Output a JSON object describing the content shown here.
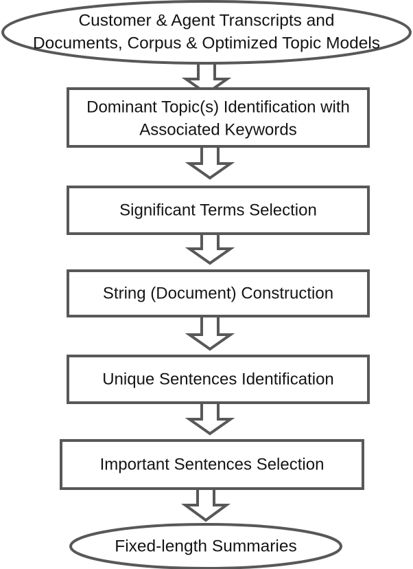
{
  "diagram": {
    "title": "Fixed-length summary generation pipeline flowchart",
    "orientation": "top-to-bottom",
    "colors": {
      "stroke": "#585858",
      "fill": "#ffffff",
      "text": "#141414",
      "background": "#ffffff"
    },
    "nodes": [
      {
        "id": "input",
        "shape": "ellipse",
        "lines": [
          "Customer & Agent Transcripts and",
          "Documents, Corpus & Optimized Topic Models"
        ]
      },
      {
        "id": "step-1",
        "shape": "rectangle",
        "lines": [
          "Dominant Topic(s) Identification with",
          "Associated Keywords"
        ]
      },
      {
        "id": "step-2",
        "shape": "rectangle",
        "lines": [
          "Significant Terms Selection"
        ]
      },
      {
        "id": "step-3",
        "shape": "rectangle",
        "lines": [
          "String (Document) Construction"
        ]
      },
      {
        "id": "step-4",
        "shape": "rectangle",
        "lines": [
          "Unique Sentences Identification"
        ]
      },
      {
        "id": "step-5",
        "shape": "rectangle",
        "lines": [
          "Important Sentences Selection"
        ]
      },
      {
        "id": "output",
        "shape": "ellipse",
        "lines": [
          "Fixed-length Summaries"
        ]
      }
    ],
    "connectors": [
      {
        "id": "arrow-1",
        "from": "input",
        "to": "step-1",
        "style": "block-arrow-down"
      },
      {
        "id": "arrow-2",
        "from": "step-1",
        "to": "step-2",
        "style": "block-arrow-down"
      },
      {
        "id": "arrow-3",
        "from": "step-2",
        "to": "step-3",
        "style": "block-arrow-down"
      },
      {
        "id": "arrow-4",
        "from": "step-3",
        "to": "step-4",
        "style": "block-arrow-down"
      },
      {
        "id": "arrow-5",
        "from": "step-4",
        "to": "step-5",
        "style": "block-arrow-down"
      },
      {
        "id": "arrow-6",
        "from": "step-5",
        "to": "output",
        "style": "block-arrow-down"
      }
    ]
  }
}
